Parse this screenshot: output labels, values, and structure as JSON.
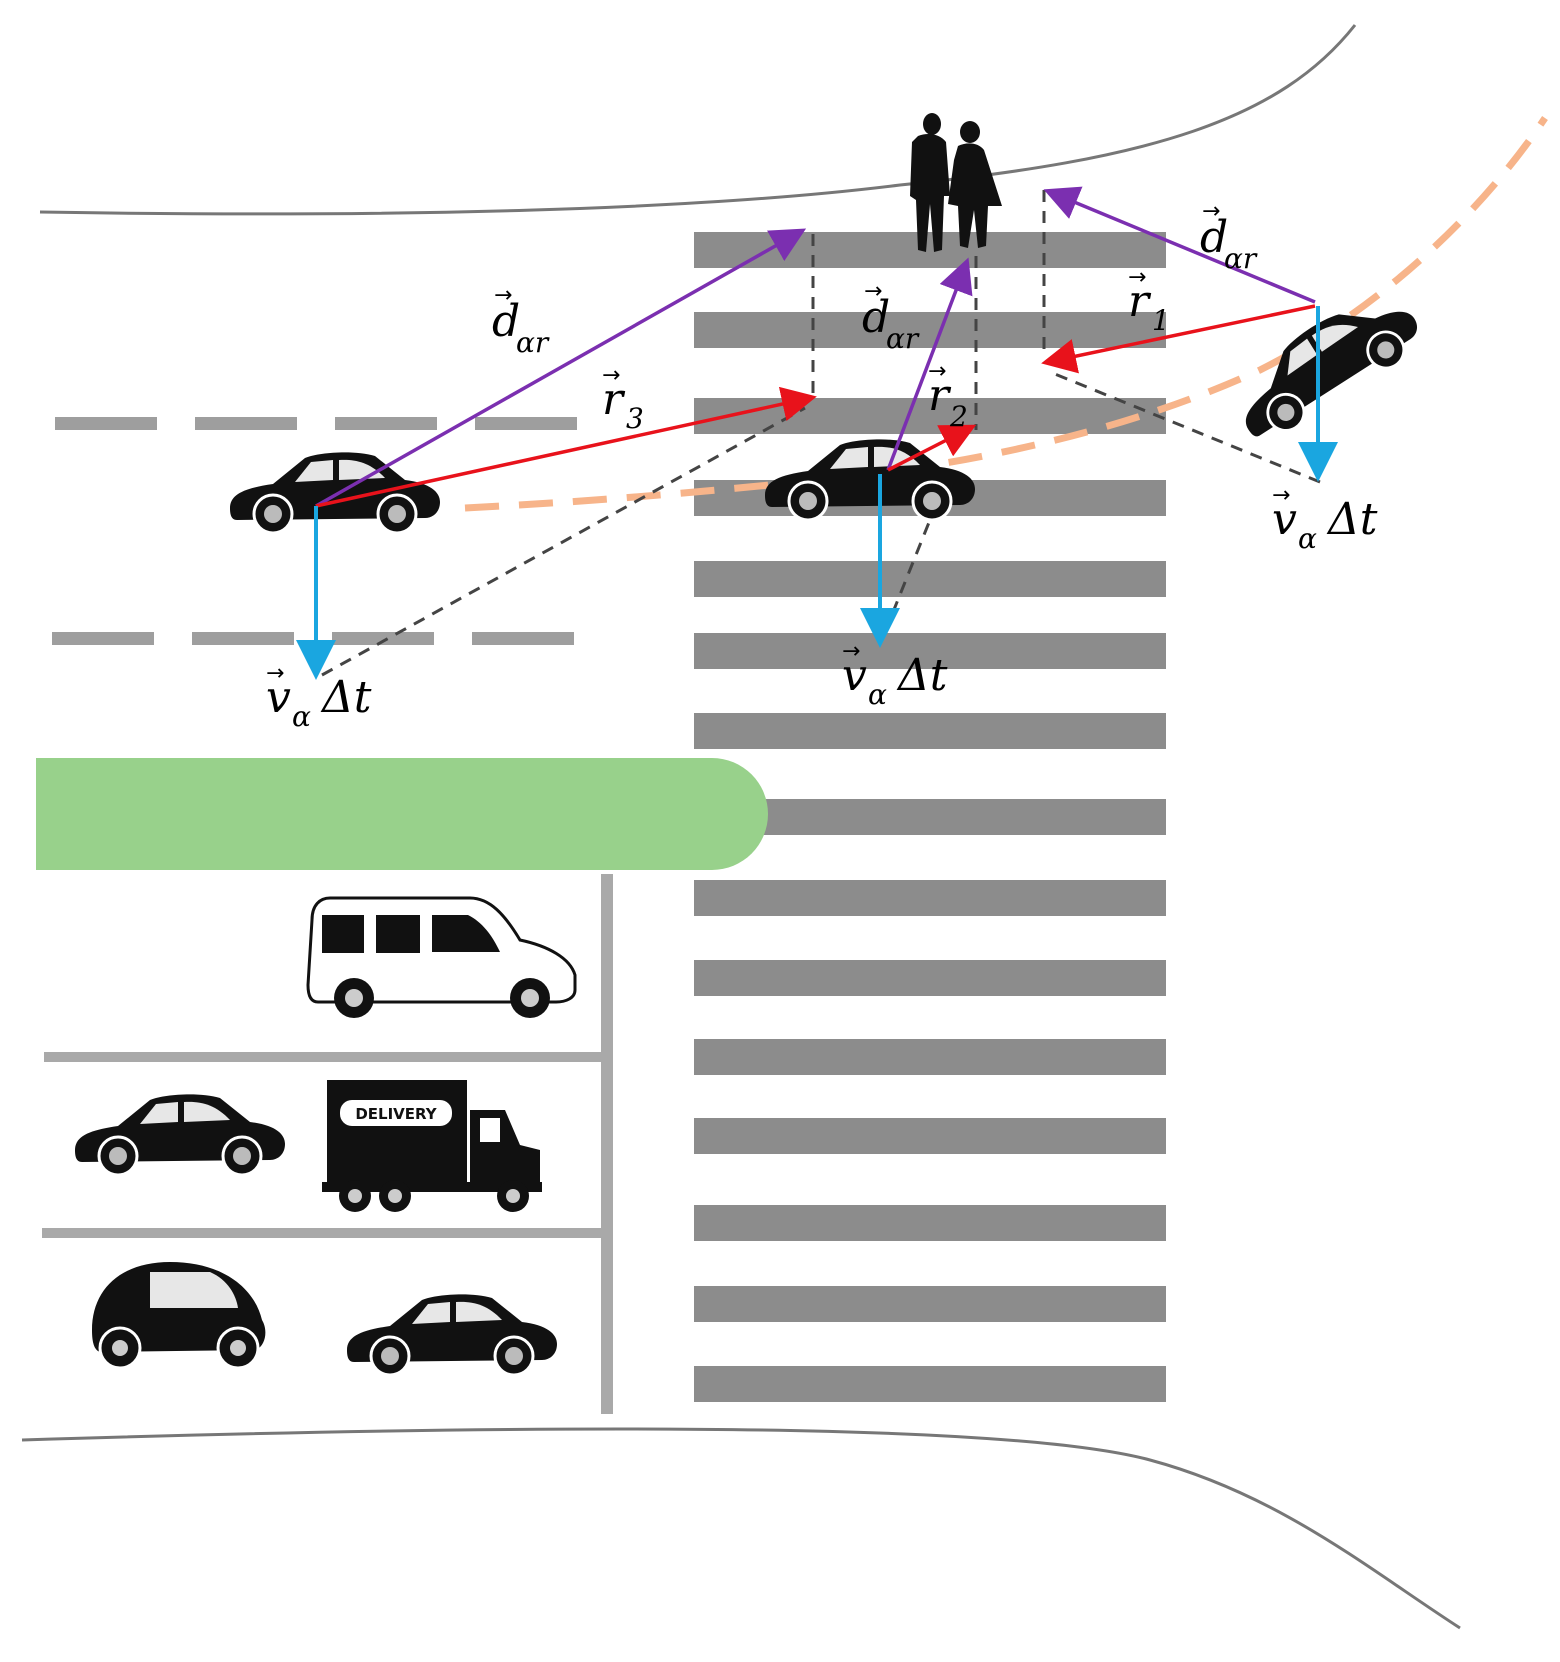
{
  "labels": {
    "d_ar_main": "d",
    "d_ar_sub": "αr",
    "r1_main": "r",
    "r1_sub": "1",
    "r2_main": "r",
    "r2_sub": "2",
    "r3_main": "r",
    "r3_sub": "3",
    "v_main": "v",
    "v_sub": "α",
    "v_tail": "Δt",
    "truck_text": "DELIVERY"
  },
  "colors": {
    "road_edge": "#777777",
    "crosswalk": "#8c8c8c",
    "lane_mark": "#9e9e9e",
    "median": "#98d18b",
    "trajectory": "#f7b48a",
    "d_vector": "#7b2fb0",
    "r_vector": "#e8121b",
    "v_vector": "#1aa6e0",
    "guide": "#444444",
    "vehicle": "#111111"
  }
}
